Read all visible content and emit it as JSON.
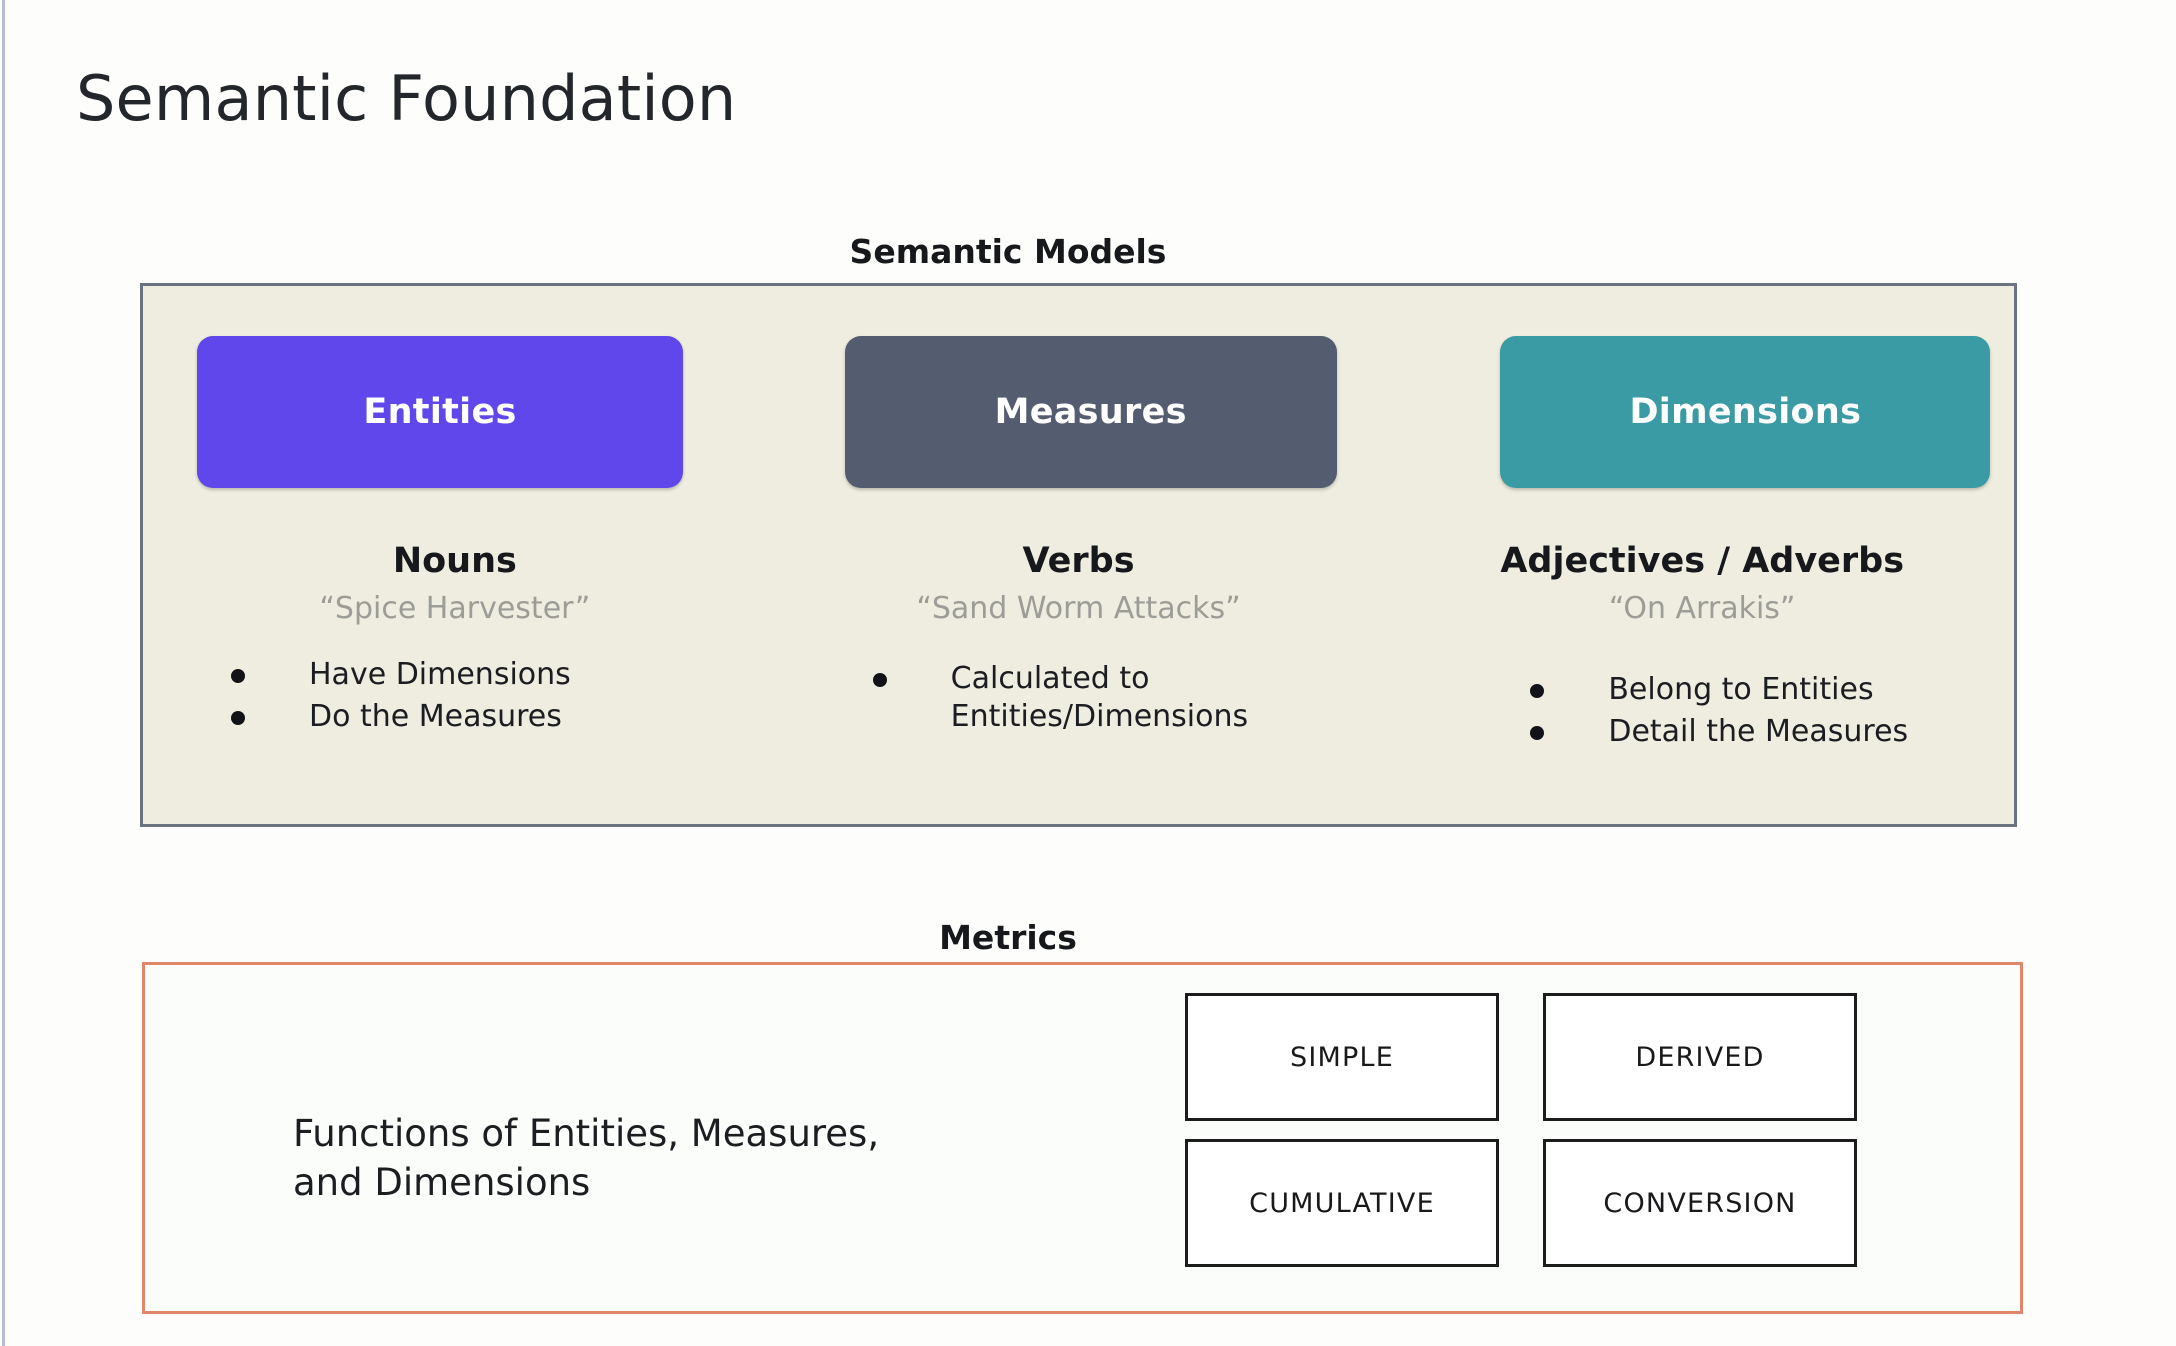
{
  "slide": {
    "title": "Semantic Foundation"
  },
  "semantic_models": {
    "heading": "Semantic Models",
    "panel_bg": "#eeeddf",
    "panel_border": "#6b7280",
    "columns": [
      {
        "pill_label": "Entities",
        "pill_color": "#5f47eb",
        "part_of_speech": "Nouns",
        "example": "“Spice Harvester”",
        "bullets": [
          "Have Dimensions",
          "Do the Measures"
        ]
      },
      {
        "pill_label": "Measures",
        "pill_color": "#545d70",
        "part_of_speech": "Verbs",
        "example": "“Sand Worm Attacks”",
        "bullets": [
          "Calculated to\nEntities/Dimensions"
        ]
      },
      {
        "pill_label": "Dimensions",
        "pill_color": "#3b9ba5",
        "part_of_speech": "Adjectives / Adverbs",
        "example": "“On Arrakis”",
        "bullets": [
          "Belong to Entities",
          "Detail the Measures"
        ]
      }
    ]
  },
  "metrics": {
    "heading": "Metrics",
    "panel_border": "#e0866a",
    "description": "Functions of Entities, Measures,\nand Dimensions",
    "types": [
      "SIMPLE",
      "DERIVED",
      "CUMULATIVE",
      "CONVERSION"
    ]
  }
}
